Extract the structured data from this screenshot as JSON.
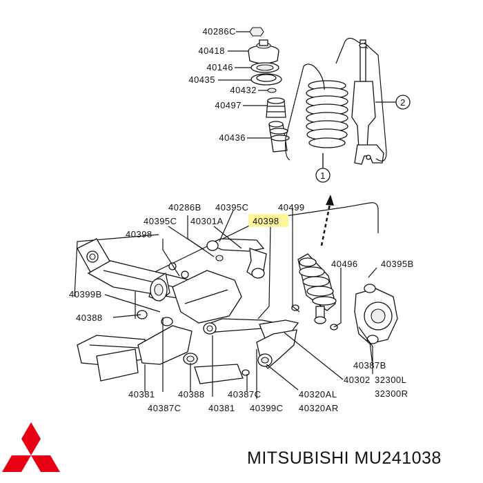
{
  "labels": {
    "l40286C": "40286C",
    "l40418": "40418",
    "l40146": "40146",
    "l40435": "40435",
    "l40432": "40432",
    "l40497": "40497",
    "l40436": "40436",
    "l40286B": "40286B",
    "l40395C_a": "40395C",
    "l40499": "40499",
    "l40395C_b": "40395C",
    "l40301A": "40301A",
    "l40398_hl": "40398",
    "l40398": "40398",
    "l40496": "40496",
    "l40395B": "40395B",
    "l40399B": "40399B",
    "l40388_a": "40388",
    "l40387B": "40387B",
    "l40302": "40302",
    "l32300L": "32300L",
    "l32300R": "32300R",
    "l40381_a": "40381",
    "l40388_b": "40388",
    "l40387C_a": "40387C",
    "l40320AL": "40320AL",
    "l40387C_b": "40387C",
    "l40381_b": "40381",
    "l40399C": "40399C",
    "l40320AR": "40320AR"
  },
  "callouts": {
    "c1": "1",
    "c2": "2"
  },
  "highlight_color": "#fff59a",
  "brand": {
    "text": "MITSUBISHI MU241038",
    "logo": "mitsubishi-three-diamonds-logo",
    "logo_color": "#e60012"
  }
}
